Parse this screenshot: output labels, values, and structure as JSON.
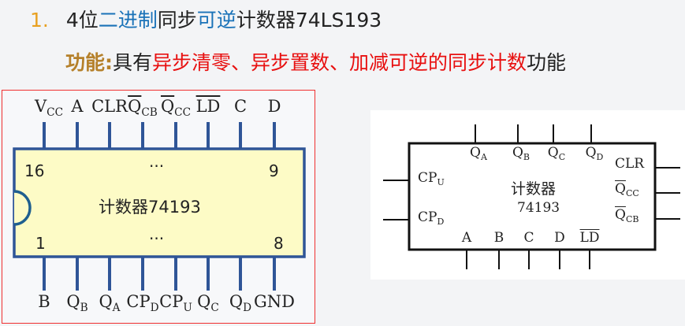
{
  "heading": {
    "number": "1.",
    "parts": [
      {
        "t": "4位",
        "c": "black"
      },
      {
        "t": "二进制",
        "c": "blue"
      },
      {
        "t": "同步",
        "c": "black"
      },
      {
        "t": "可逆",
        "c": "blue"
      },
      {
        "t": "计数器74LS193",
        "c": "black"
      }
    ]
  },
  "function_line": {
    "label": "功能:",
    "parts": [
      {
        "t": "具有",
        "c": "black"
      },
      {
        "t": "异步清零、异步置数、加减可逆的同步计数",
        "c": "red"
      },
      {
        "t": "功能",
        "c": "black"
      }
    ]
  },
  "pinout_diagram": {
    "chip_label": "计数器74193",
    "pin16": "16",
    "pin9": "9",
    "pin1": "1",
    "pin8": "8",
    "ellipsis_top": "···",
    "ellipsis_bottom": "···",
    "top_pins": [
      {
        "m": "V",
        "s": "CC"
      },
      {
        "m": "A"
      },
      {
        "m": "CLR"
      },
      {
        "m": "Q",
        "s": "CB",
        "bar": true
      },
      {
        "m": "Q",
        "s": "CC",
        "bar": true
      },
      {
        "m": "LD",
        "bar": true
      },
      {
        "m": "C"
      },
      {
        "m": "D"
      }
    ],
    "bottom_pins": [
      {
        "m": "B"
      },
      {
        "m": "Q",
        "s": "B"
      },
      {
        "m": "Q",
        "s": "A"
      },
      {
        "m": "CP",
        "s": "D"
      },
      {
        "m": "CP",
        "s": "U"
      },
      {
        "m": "Q",
        "s": "C"
      },
      {
        "m": "Q",
        "s": "D"
      },
      {
        "m": "GND"
      }
    ],
    "colors": {
      "body": "#fdfbc6",
      "border": "#2f5597",
      "frame": "#f03030"
    }
  },
  "logic_symbol": {
    "name_line1": "计数器",
    "name_line2": "74193",
    "top_pins": [
      {
        "m": "Q",
        "s": "A"
      },
      {
        "m": "Q",
        "s": "B"
      },
      {
        "m": "Q",
        "s": "C"
      },
      {
        "m": "Q",
        "s": "D"
      }
    ],
    "left_pins": [
      {
        "m": "CP",
        "s": "U"
      },
      {
        "m": "CP",
        "s": "D"
      }
    ],
    "right_pins": [
      {
        "m": "CLR"
      },
      {
        "m": "Q",
        "s": "CC",
        "bar": true
      },
      {
        "m": "Q",
        "s": "CB",
        "bar": true
      }
    ],
    "bottom_pins": [
      {
        "m": "A"
      },
      {
        "m": "B"
      },
      {
        "m": "C"
      },
      {
        "m": "D"
      },
      {
        "m": "LD",
        "bar": true
      }
    ]
  }
}
